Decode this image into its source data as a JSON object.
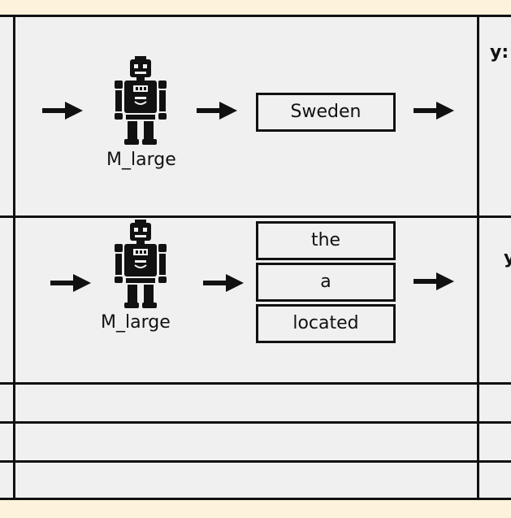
{
  "rows": [
    {
      "model_label": "M_large",
      "outputs": [
        "Sweden"
      ],
      "right_label": "y:"
    },
    {
      "model_label": "M_large",
      "outputs": [
        "the",
        "a",
        "located"
      ],
      "right_label": "y"
    }
  ]
}
